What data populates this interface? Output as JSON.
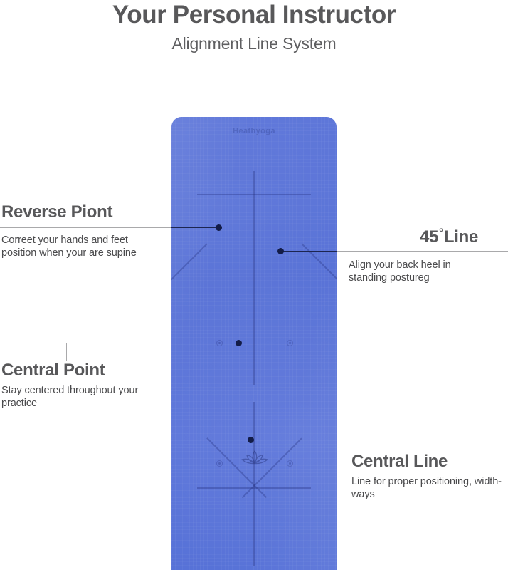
{
  "header": {
    "title": "Your Personal Instructor",
    "subtitle": "Alignment Line System"
  },
  "mat": {
    "brand": "Heathyoga",
    "color": "#5670d6",
    "line_color": "#23307d",
    "center_symbol": "lotus-icon"
  },
  "callouts": [
    {
      "id": "reverse-point",
      "title": "Reverse Piont",
      "description": "Correet your hands and feet position when your are supine",
      "side": "left"
    },
    {
      "id": "forty-five-line",
      "title_number": "45",
      "title_degree": "°",
      "title_word": "Line",
      "title": "45°Line",
      "description": "Align your back heel in standing postureg",
      "side": "right"
    },
    {
      "id": "central-point",
      "title": "Central Point",
      "description": "Stay centered throughout your practice",
      "side": "left"
    },
    {
      "id": "central-line",
      "title": "Central Line",
      "description": "Line for proper positioning, width-ways",
      "side": "right"
    }
  ],
  "colors": {
    "text": "#58585a",
    "rule": "#b9b9bb",
    "leader": "#a9a9ab",
    "dot": "#131c47",
    "mat": "#5670d6"
  }
}
